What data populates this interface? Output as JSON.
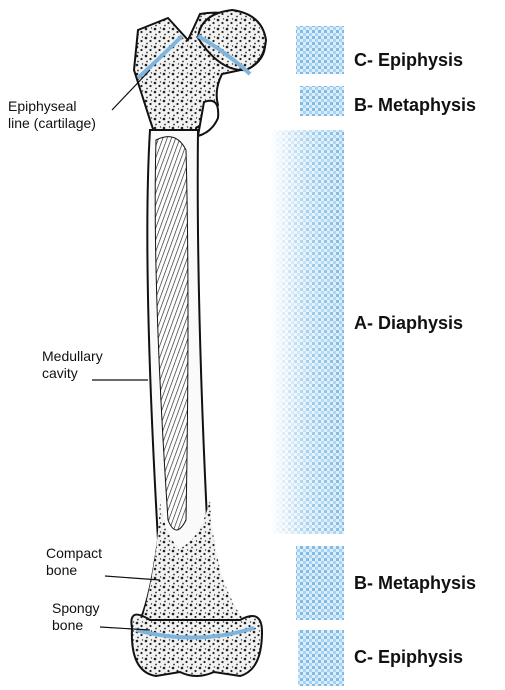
{
  "labels": {
    "epiphyseal_line_1": "Epiphyseal",
    "epiphyseal_line_2": "line (cartilage)",
    "medullary_1": "Medullary",
    "medullary_2": "cavity",
    "compact_1": "Compact",
    "compact_2": "bone",
    "spongy_1": "Spongy",
    "spongy_2": "bone"
  },
  "segments": {
    "epiphysis_top": "C- Epiphysis",
    "metaphysis_top": "B- Metaphysis",
    "diaphysis": "A- Diaphysis",
    "metaphysis_bottom": "B- Metaphysis",
    "epiphysis_bottom": "C- Epiphysis"
  },
  "colors": {
    "bar_blue": "#6aaee0",
    "bar_light": "#d6ebf8",
    "cartilage": "#7fb4dc",
    "ink": "#111111"
  }
}
